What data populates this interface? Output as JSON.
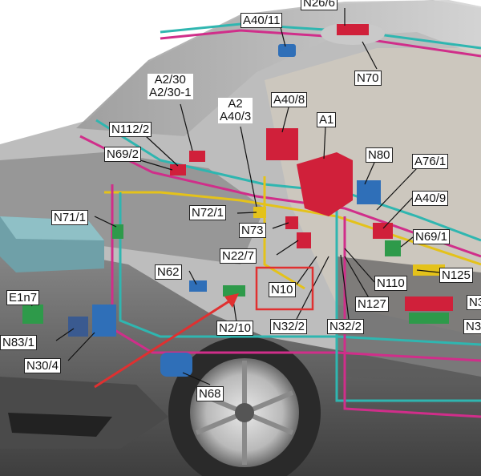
{
  "labels": {
    "n26_6": "N26/6",
    "a40_11": "A40/11",
    "n70": "N70",
    "a2_30": "A2/30",
    "a2_30_1": "A2/30-1",
    "a2": "A2",
    "a40_3": "A40/3",
    "a40_8": "A40/8",
    "a1": "A1",
    "n112_2": "N112/2",
    "n69_2": "N69/2",
    "n80": "N80",
    "a76_1": "A76/1",
    "a40_9": "A40/9",
    "n72_1": "N72/1",
    "n73": "N73",
    "n71_1": "N71/1",
    "n69_1": "N69/1",
    "n22_7": "N22/7",
    "n62": "N62",
    "n10": "N10",
    "n110": "N110",
    "n125": "N125",
    "e1n7": "E1n7",
    "n127": "N127",
    "n3_a": "N3",
    "n3_b": "N3",
    "n83_1": "N83/1",
    "n2_10": "N2/10",
    "n32_2_a": "N32/2",
    "n32_2_b": "N32/2",
    "n30_4": "N30/4",
    "n68": "N68"
  },
  "colors": {
    "highlight_box": "#e03030",
    "arrow": "#e03030",
    "module_red": "#d0203a",
    "module_blue": "#2f6fb8",
    "module_green": "#2e9a4a",
    "harness_cyan": "#2fb6b0",
    "harness_magenta": "#d02e8a",
    "harness_yellow": "#e4c21a",
    "body_gray": "#6b6b6b"
  }
}
